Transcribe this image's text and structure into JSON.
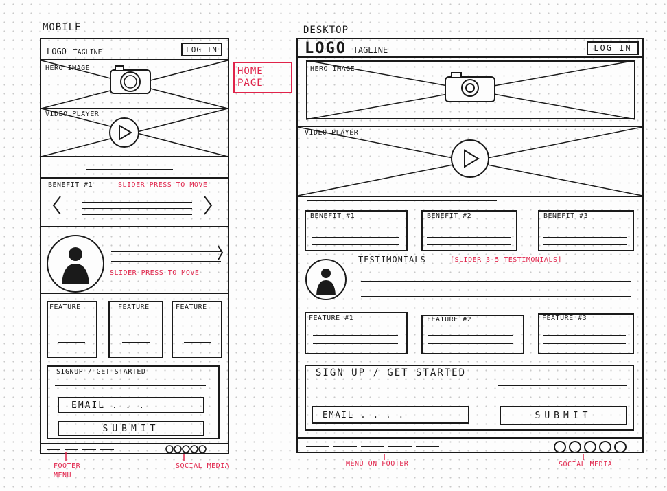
{
  "mobile": {
    "section_label": "MOBILE",
    "logo": "LOGO",
    "tagline": "TAGLINE",
    "login": "LOG IN",
    "hero_label": "HERO IMAGE",
    "video_label": "VIDEO PLAYER",
    "benefit_label": "BENEFIT #1",
    "slider_note_1": "SLIDER PRESS TO MOVE",
    "slider_note_2": "SLIDER PRESS TO MOVE",
    "features": [
      "FEATURE",
      "FEATURE",
      "FEATURE"
    ],
    "signup_title": "SIGNUP / GET STARTED",
    "email_placeholder": "EMAIL . . .",
    "submit": "SUBMIT",
    "footer_menu_note": "FOOTER MENU",
    "social_note": "SOCIAL MEDIA"
  },
  "home_page_tag": "HOME PAGE",
  "desktop": {
    "section_label": "DESKTOP",
    "logo": "LOGO",
    "tagline": "TAGLINE",
    "login": "LOG IN",
    "hero_label": "HERO IMAGE",
    "video_label": "VIDEO PLAYER",
    "benefits": [
      "BENEFIT #1",
      "BENEFIT #2",
      "BENEFIT #3"
    ],
    "testimonials_label": "TESTIMONIALS",
    "testimonials_note": "[SLIDER 3-5 TESTIMONIALS]",
    "features": [
      "FEATURE #1",
      "FEATURE #2",
      "FEATURE #3"
    ],
    "signup_title": "SIGN UP / GET STARTED",
    "email_placeholder": "EMAIL . . . .",
    "submit": "SUBMIT",
    "footer_menu_note": "MENU ON FOOTER",
    "social_note": "SOCIAL MEDIA"
  },
  "colors": {
    "ink": "#1a1a1a",
    "annotation": "#e0234a"
  }
}
